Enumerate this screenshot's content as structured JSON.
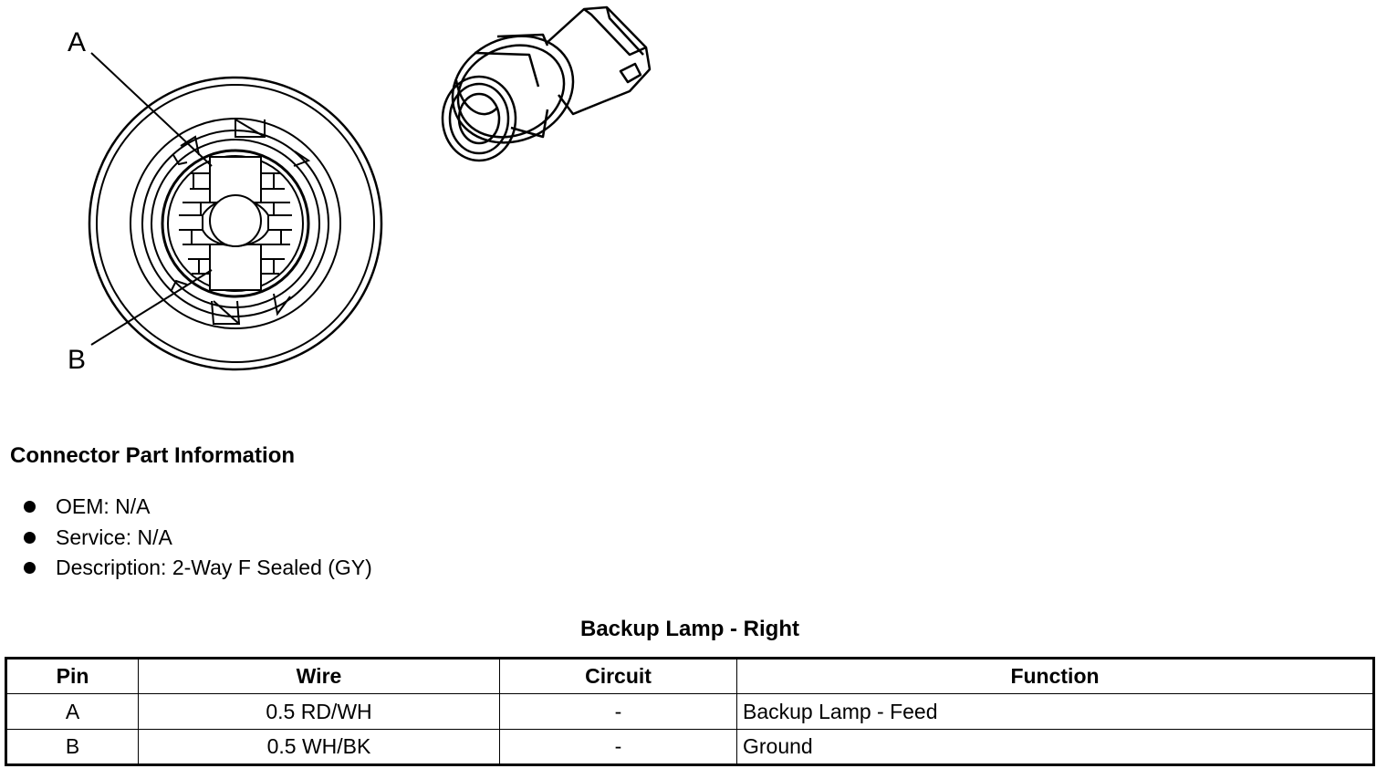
{
  "diagram": {
    "pin_a_label": "A",
    "pin_b_label": "B"
  },
  "connector_info": {
    "heading": "Connector Part Information",
    "items": [
      "OEM: N/A",
      "Service: N/A",
      "Description: 2-Way F Sealed (GY)"
    ]
  },
  "pin_table": {
    "title": "Backup Lamp - Right",
    "headers": [
      "Pin",
      "Wire",
      "Circuit",
      "Function"
    ],
    "rows": [
      [
        "A",
        "0.5 RD/WH",
        "-",
        "Backup Lamp - Feed"
      ],
      [
        "B",
        "0.5 WH/BK",
        "-",
        "Ground"
      ]
    ]
  }
}
